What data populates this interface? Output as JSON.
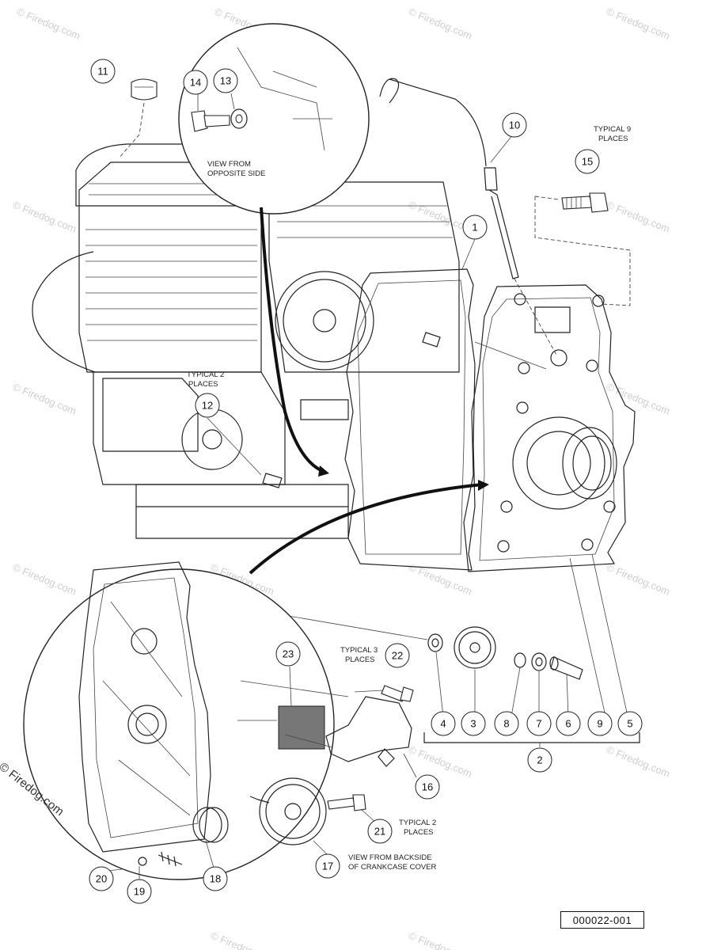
{
  "diagram": {
    "drawing_number": "000022-001",
    "copyright": "© Firedog.com",
    "watermark": "© Firedog.com",
    "notes": {
      "view_opposite_line1": "VIEW FROM",
      "view_opposite_line2": "OPPOSITE SIDE",
      "typical9_line1": "TYPICAL 9",
      "typical9_line2": "PLACES",
      "typical2a_line1": "TYPICAL 2",
      "typical2a_line2": "PLACES",
      "typical3_line1": "TYPICAL 3",
      "typical3_line2": "PLACES",
      "typical2b_line1": "TYPICAL 2",
      "typical2b_line2": "PLACES",
      "backside_line1": "VIEW FROM BACKSIDE",
      "backside_line2": "OF CRANKCASE COVER"
    },
    "callouts": [
      "1",
      "2",
      "3",
      "4",
      "5",
      "6",
      "7",
      "8",
      "9",
      "10",
      "11",
      "12",
      "13",
      "14",
      "15",
      "16",
      "17",
      "18",
      "19",
      "20",
      "21",
      "22",
      "23"
    ]
  }
}
